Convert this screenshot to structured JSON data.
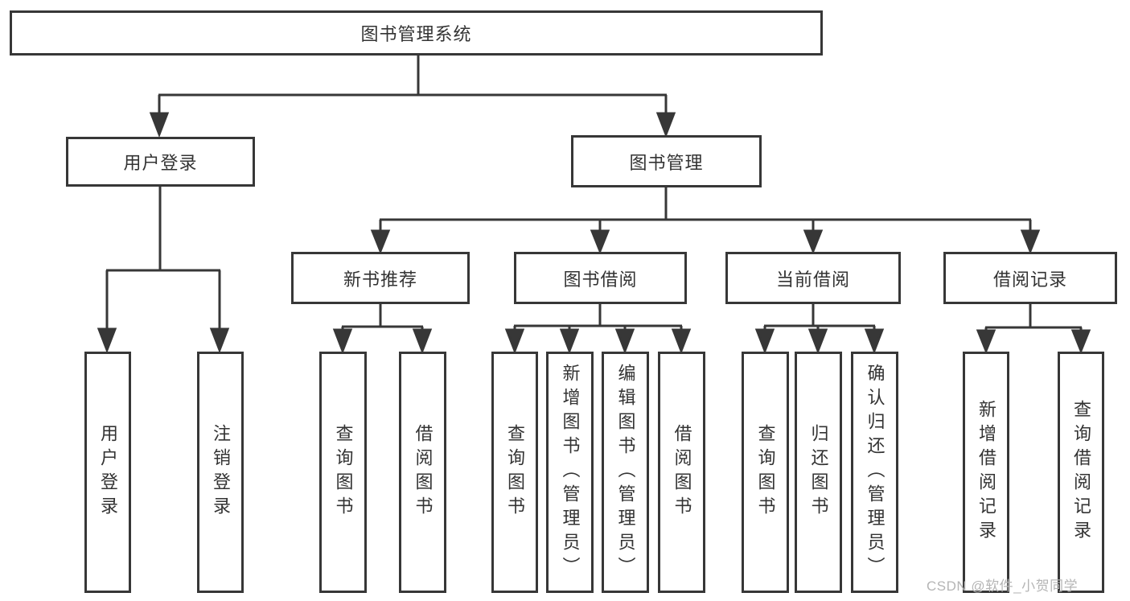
{
  "diagram": {
    "type": "hierarchy-tree",
    "tree": {
      "root": {
        "label": "图书管理系统"
      },
      "branches": [
        {
          "label": "用户登录",
          "children": [
            {
              "label": "用户登录"
            },
            {
              "label": "注销登录"
            }
          ]
        },
        {
          "label": "图书管理",
          "children": [
            {
              "label": "新书推荐",
              "children": [
                {
                  "label": "查询图书"
                },
                {
                  "label": "借阅图书"
                }
              ]
            },
            {
              "label": "图书借阅",
              "children": [
                {
                  "label": "查询图书"
                },
                {
                  "label": "新增图书（管理员）"
                },
                {
                  "label": "编辑图书（管理员）"
                },
                {
                  "label": "借阅图书"
                }
              ]
            },
            {
              "label": "当前借阅",
              "children": [
                {
                  "label": "查询图书"
                },
                {
                  "label": "归还图书"
                },
                {
                  "label": "确认归还（管理员）"
                }
              ]
            },
            {
              "label": "借阅记录",
              "children": [
                {
                  "label": "新增借阅记录"
                },
                {
                  "label": "查询借阅记录"
                }
              ]
            }
          ]
        }
      ]
    }
  },
  "watermark": "CSDN @软件_小贺同学",
  "colors": {
    "line": "#373737",
    "box_border": "#373737",
    "box_background": "#ffffff",
    "text": "#333333",
    "watermark": "#b5b5b5",
    "page_background": "#ffffff"
  }
}
